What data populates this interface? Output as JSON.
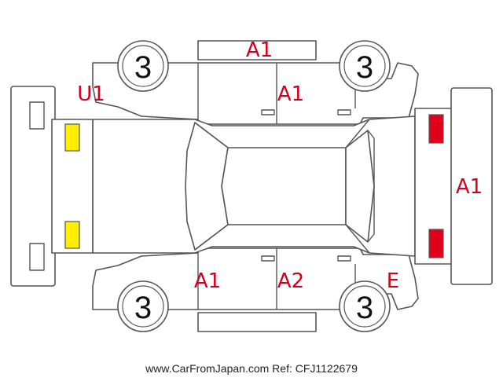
{
  "tires": {
    "front_left": "3",
    "front_right": "3",
    "rear_left": "3",
    "rear_right": "3"
  },
  "damage_codes": {
    "roof_right_edge": "A1",
    "front_right_door": "A1",
    "front_bumper_right": "U1",
    "rear_bumper": "A1",
    "front_left_door": "A1",
    "rear_left_door": "A2",
    "rear_left_quarter": "E"
  },
  "caption": "www.CarFromJapan.com Ref: CFJ1122679",
  "colors": {
    "code_text": "#d4001e",
    "fog_light": "#ffee00",
    "tail_light": "#e0001a",
    "line": "#555555"
  }
}
